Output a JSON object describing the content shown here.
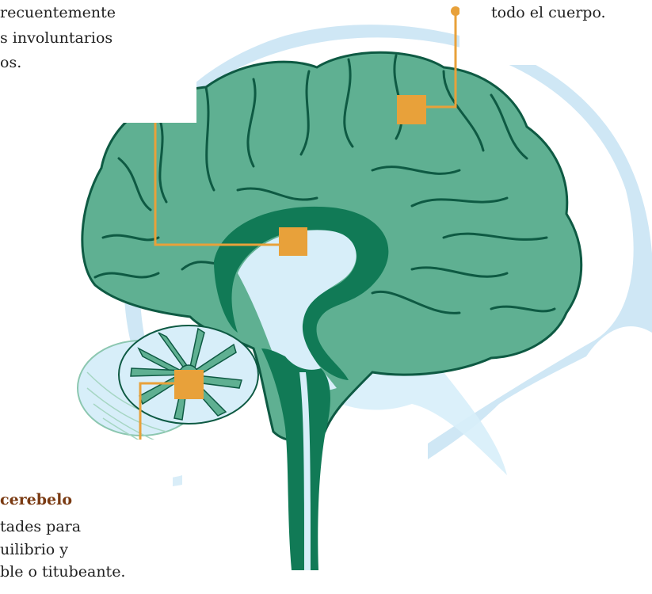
{
  "colors": {
    "brain_fill": "#5fb092",
    "brain_outline": "#0e5a43",
    "inner_dark": "#117a56",
    "ventricle": "#d7eef9",
    "skull": "#cfe7f5",
    "connector": "#e8a13a",
    "marker": "#e8a13a",
    "text": "#1f1f1f",
    "title_brown": "#7a3a12"
  },
  "callouts": {
    "top_left": {
      "lines": [
        "recuentemente",
        "s involuntarios",
        "os."
      ]
    },
    "top_right": {
      "lines": [
        "todo el cuerpo."
      ]
    },
    "bottom_left": {
      "title": "cerebelo",
      "lines": [
        "tades para",
        "uilibrio y",
        "ble o titubeante."
      ]
    }
  }
}
